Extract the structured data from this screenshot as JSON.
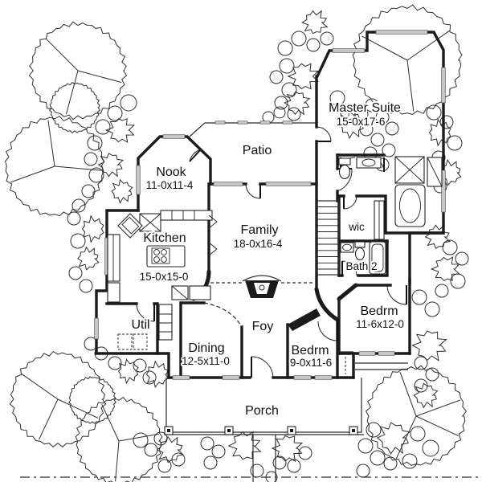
{
  "plan": {
    "type": "house-first-floor-plan",
    "colors": {
      "ink": "#1b1b1b",
      "paper": "#ffffff",
      "window_band": "#c9c9c9"
    },
    "rooms": {
      "master_suite": {
        "name": "Master Suite",
        "dims": "15-0x17-6"
      },
      "patio": {
        "name": "Patio"
      },
      "nook": {
        "name": "Nook",
        "dims": "11-0x11-4"
      },
      "family": {
        "name": "Family",
        "dims": "18-0x16-4"
      },
      "kitchen": {
        "name": "Kitchen",
        "dims": "15-0x15-0"
      },
      "wic": {
        "name": "wic"
      },
      "bath2": {
        "name": "Bath 2"
      },
      "bedroom_right": {
        "name": "Bedrm",
        "dims": "11-6x12-0"
      },
      "util": {
        "name": "Util"
      },
      "dining": {
        "name": "Dining",
        "dims": "12-5x11-0"
      },
      "foyer": {
        "name": "Foy"
      },
      "bedroom_front": {
        "name": "Bedrm",
        "dims": "9-0x11-6"
      },
      "porch": {
        "name": "Porch"
      }
    }
  }
}
